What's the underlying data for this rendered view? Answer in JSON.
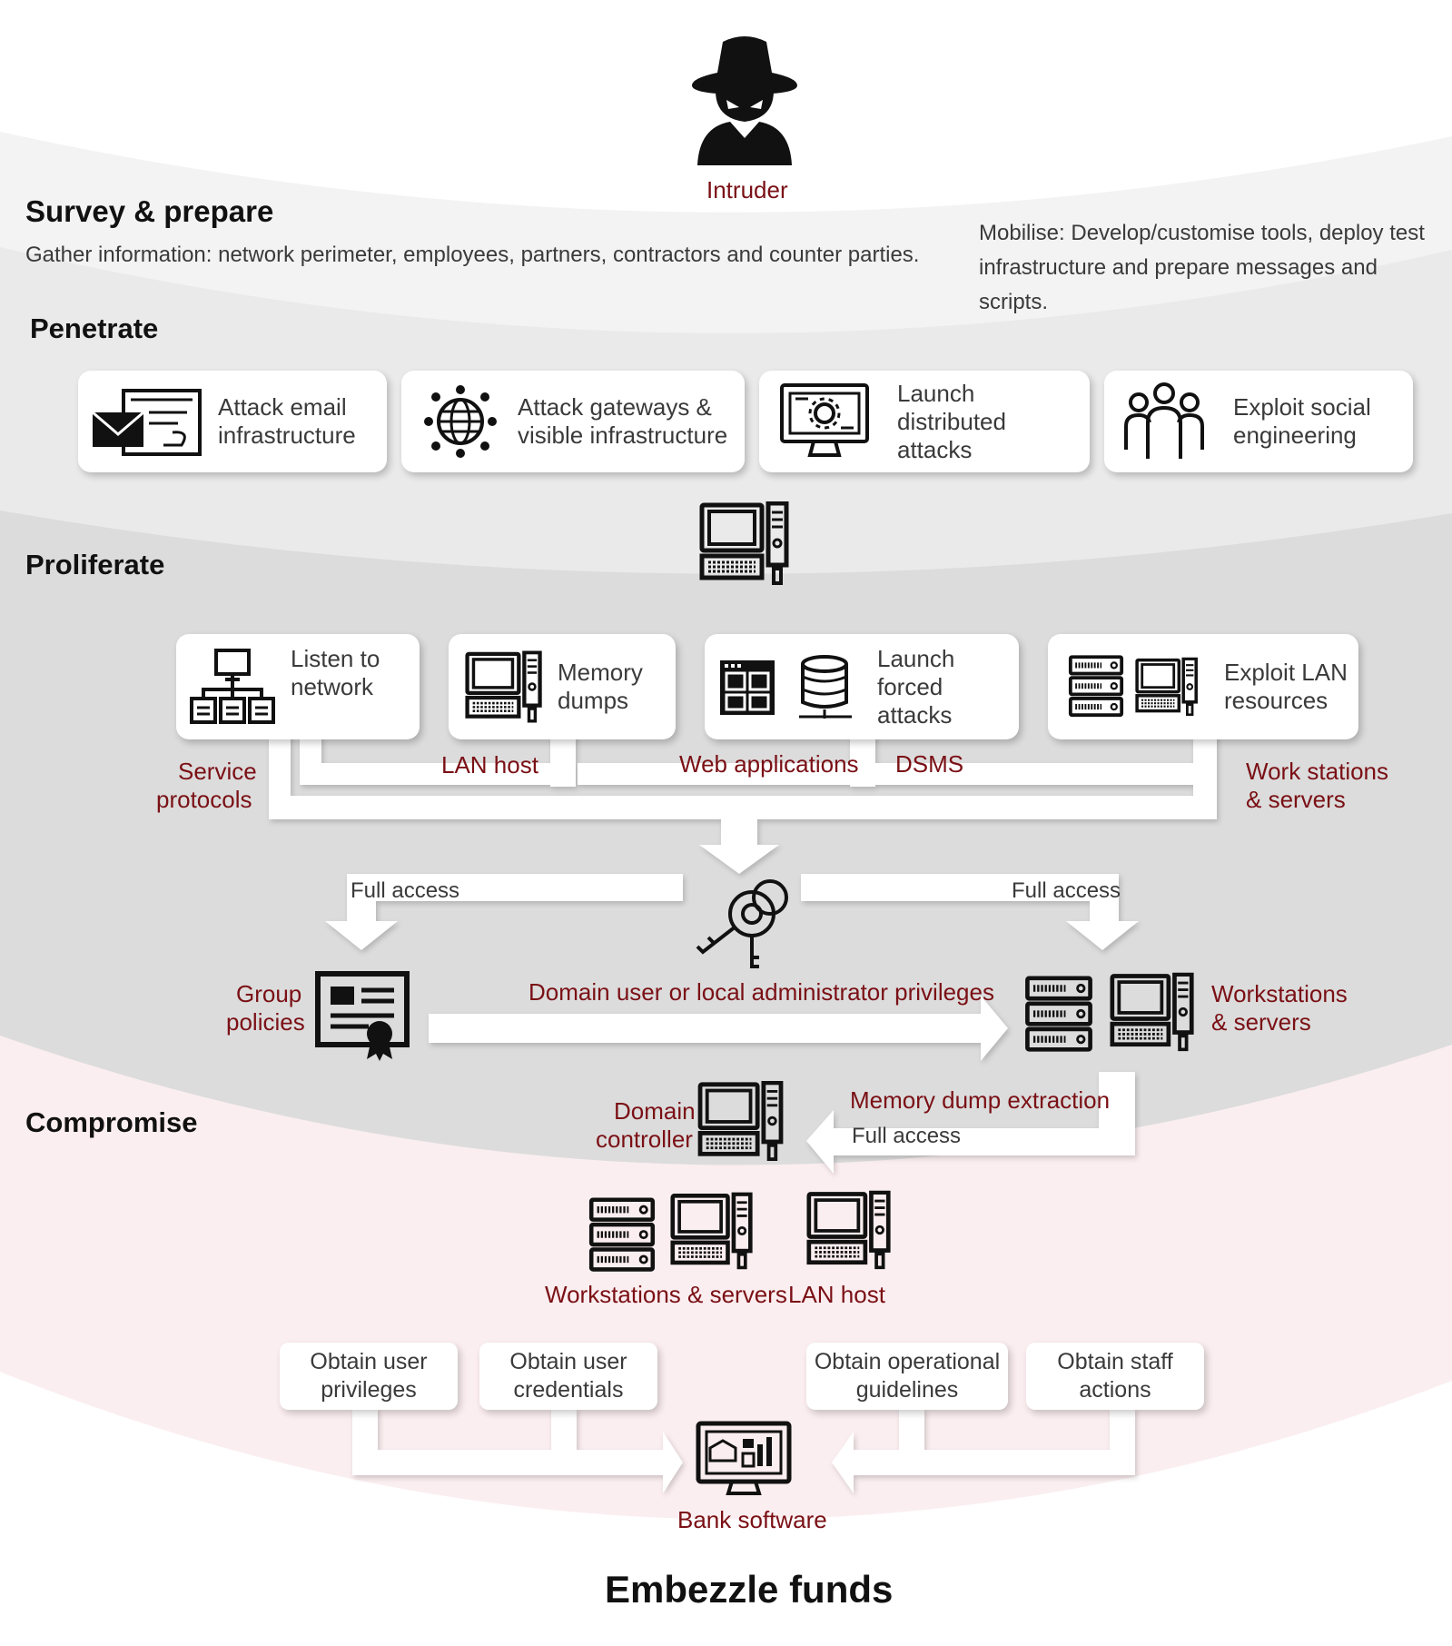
{
  "colors": {
    "band_top": "#f4f4f4",
    "band_penetrate": "#ebebeb",
    "band_proliferate": "#dcdcdc",
    "band_compromise": "#fbeff0",
    "accent_red": "#7a1015",
    "text_dark": "#111111",
    "text_grey": "#3a3a3a",
    "flow_white": "#ffffff"
  },
  "intruder": {
    "label": "Intruder",
    "icon": "spy-icon"
  },
  "survey": {
    "title": "Survey & prepare",
    "gather": "Gather information: network perimeter, employees, partners, contractors and counter parties.",
    "mobilise_line1": "Mobilise: Develop/customise tools, deploy test",
    "mobilise_line2": "infrastructure and prepare messages and scripts."
  },
  "penetrate": {
    "title": "Penetrate",
    "cards": [
      {
        "line1": "Attack email",
        "line2": "infrastructure",
        "icon": "email-attack-icon"
      },
      {
        "line1": "Attack gateways &",
        "line2": "visible infrastructure",
        "icon": "globe-network-icon"
      },
      {
        "line1": "Launch distributed",
        "line2": "attacks",
        "icon": "monitor-gear-icon"
      },
      {
        "line1": "Exploit social",
        "line2": "engineering",
        "icon": "people-group-icon"
      }
    ]
  },
  "proliferate": {
    "title": "Proliferate",
    "cards": [
      {
        "line1": "Listen to",
        "line2": "network",
        "icon": "network-tree-icon"
      },
      {
        "line1": "Memory",
        "line2": "dumps",
        "icon": "desktop-computer-icon"
      },
      {
        "line1": "Launch forced",
        "line2": "attacks",
        "icon": "web-database-icon"
      },
      {
        "line1": "Exploit LAN",
        "line2": "resources",
        "icon": "server-computer-icon"
      }
    ],
    "labels": {
      "service_protocols_1": "Service",
      "service_protocols_2": "protocols",
      "lan_host": "LAN host",
      "web_applications": "Web applications",
      "dsms": "DSMS",
      "work_stations_1": "Work stations",
      "work_stations_2": "& servers"
    },
    "full_access_left": "Full access",
    "full_access_right": "Full access",
    "privileges": "Domain user or local administrator privileges",
    "group_policies_1": "Group",
    "group_policies_2": "policies",
    "workstations_1": "Workstations",
    "workstations_2": "& servers"
  },
  "compromise": {
    "title": "Compromise",
    "domain_controller_1": "Domain",
    "domain_controller_2": "controller",
    "memory_dump_extraction": "Memory dump extraction",
    "full_access": "Full access",
    "workstations_servers": "Workstations & servers",
    "lan_host": "LAN host",
    "obtain": [
      {
        "line1": "Obtain user",
        "line2": "privileges"
      },
      {
        "line1": "Obtain user",
        "line2": "credentials"
      },
      {
        "line1": "Obtain operational",
        "line2": "guidelines"
      },
      {
        "line1": "Obtain staff",
        "line2": "actions"
      }
    ],
    "bank_software": "Bank software"
  },
  "final": {
    "title": "Embezzle funds"
  }
}
